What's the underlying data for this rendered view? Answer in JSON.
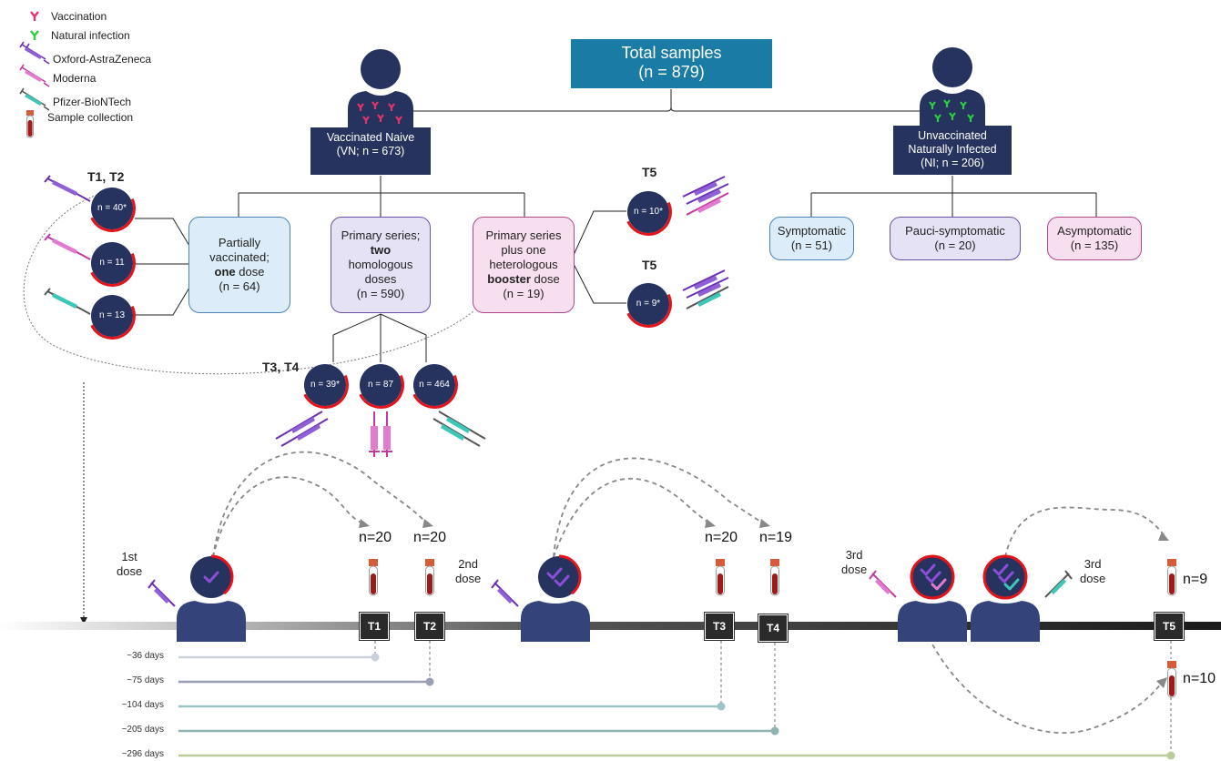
{
  "legend": {
    "vaccination": "Vaccination",
    "natural_infection": "Natural infection",
    "oxford": "Oxford-AstraZeneca",
    "moderna": "Moderna",
    "pfizer": "Pfizer-BioNTech",
    "sample": "Sample collection"
  },
  "total": {
    "line1": "Total samples",
    "line2": "(n = 879)"
  },
  "vn": {
    "line1": "Vaccinated Naive",
    "line2": "(VN; n = 673)"
  },
  "ni": {
    "line1": "Unvaccinated",
    "line2": "Naturally Infected",
    "line3": "(NI; n = 206)"
  },
  "partial": {
    "l1": "Partially",
    "l2": "vaccinated;",
    "l3b": "one",
    "l3": " dose",
    "l4": "(n = 64)"
  },
  "primary": {
    "l1": "Primary series;",
    "l2b": "two",
    "l3": "homologous",
    "l4": "doses",
    "l5": "(n = 590)"
  },
  "booster": {
    "l1": "Primary series",
    "l2": "plus one",
    "l3": "heterologous",
    "l4b": "booster",
    "l4": " dose",
    "l5": "(n = 19)"
  },
  "symptomatic": {
    "l1": "Symptomatic",
    "l2": "(n = 51)"
  },
  "pauci": {
    "l1": "Pauci-symptomatic",
    "l2": "(n = 20)"
  },
  "asymptomatic": {
    "l1": "Asymptomatic",
    "l2": "(n = 135)"
  },
  "labels": {
    "t1t2": "T1, T2",
    "t3t4": "T3, T4",
    "t5a": "T5",
    "t5b": "T5"
  },
  "circles": {
    "c40": "n = 40*",
    "c11": "n = 11",
    "c13": "n = 13",
    "c39": "n = 39*",
    "c87": "n = 87",
    "c464": "n = 464",
    "c10": "n = 10*",
    "c9": "n = 9*"
  },
  "timeline": {
    "dose1_a": "1st",
    "dose1_b": "dose",
    "dose2_a": "2nd",
    "dose2_b": "dose",
    "dose3a_a": "3rd",
    "dose3a_b": "dose",
    "dose3b_a": "3rd",
    "dose3b_b": "dose",
    "t1": "T1",
    "t2": "T2",
    "t3": "T3",
    "t4": "T4",
    "t5": "T5",
    "n_t1": "n=20",
    "n_t2": "n=20",
    "n_t3": "n=20",
    "n_t4": "n=19",
    "n_t5a": "n=9",
    "n_t5b": "n=10"
  },
  "days": [
    {
      "label": "~36 days",
      "color": "#c9d2dc"
    },
    {
      "label": "~75 days",
      "color": "#9a9fb5"
    },
    {
      "label": "~104 days",
      "color": "#9ec3c6"
    },
    {
      "label": "~205 days",
      "color": "#8fb4b2"
    },
    {
      "label": "~296 days",
      "color": "#b9cd9a"
    }
  ],
  "colors": {
    "navy": "#26335f",
    "teal": "#1a7ba5",
    "red": "#e4141c",
    "green": "#2ecc40",
    "purple": "#7b3fb5",
    "pink": "#d34fb8"
  }
}
